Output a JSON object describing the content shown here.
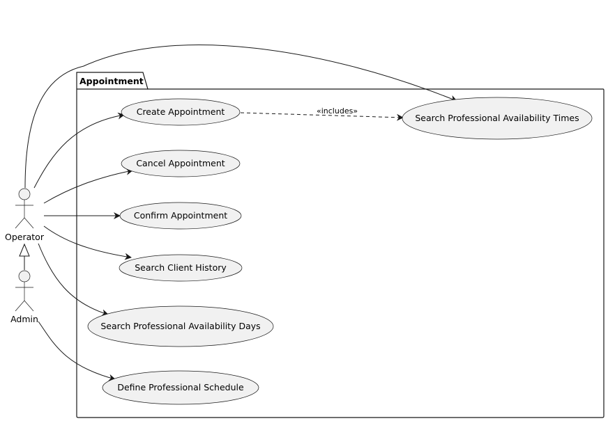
{
  "package": {
    "name": "Appointment"
  },
  "actors": {
    "operator": "Operator",
    "admin": "Admin"
  },
  "use_cases": {
    "create": "Create Appointment",
    "cancel": "Cancel Appointment",
    "confirm": "Confirm Appointment",
    "client_history": "Search Client History",
    "availability_days": "Search Professional Availability Days",
    "define_schedule": "Define Professional Schedule",
    "availability_times": "Search Professional Availability Times"
  },
  "relations": {
    "includes_label": "«includes»"
  }
}
